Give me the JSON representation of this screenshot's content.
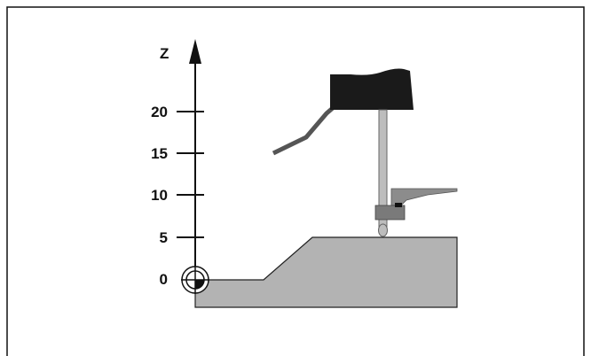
{
  "axis": {
    "label": "Z",
    "ticks": [
      "0",
      "5",
      "10",
      "15",
      "20"
    ]
  },
  "colors": {
    "frame": "#111111",
    "workpiece": "#b3b3b3",
    "probe_head": "#1a1a1a",
    "stylus": "#bdbdbd",
    "clamp": "#8c8c8c",
    "cable": "#555555"
  },
  "icons": {
    "origin": "datum-crosshair-icon"
  }
}
